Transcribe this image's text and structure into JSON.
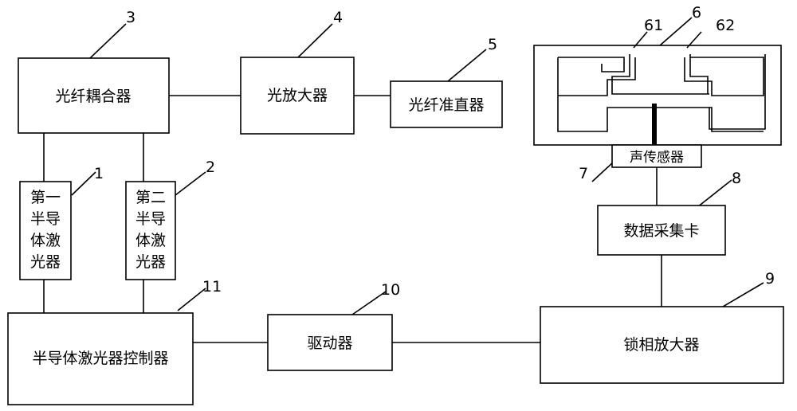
{
  "components": {
    "fiber_coupler": "光纤耦合器",
    "optical_amplifier": "光放大器",
    "fiber_collimator": "光纤准直器",
    "laser1": [
      "第一",
      "半导",
      "体激",
      "光器"
    ],
    "laser2": [
      "第二",
      "半导",
      "体激",
      "光器"
    ],
    "laser_controller": "半导体激光器控制器",
    "driver": "驱动器",
    "lockin_amplifier": "锁相放大器",
    "daq_card": "数据采集卡",
    "acoustic_sensor": "声传感器"
  },
  "refs": {
    "r1": "1",
    "r2": "2",
    "r3": "3",
    "r4": "4",
    "r5": "5",
    "r6": "6",
    "r61": "61",
    "r62": "62",
    "r7": "7",
    "r8": "8",
    "r9": "9",
    "r10": "10",
    "r11": "11"
  }
}
